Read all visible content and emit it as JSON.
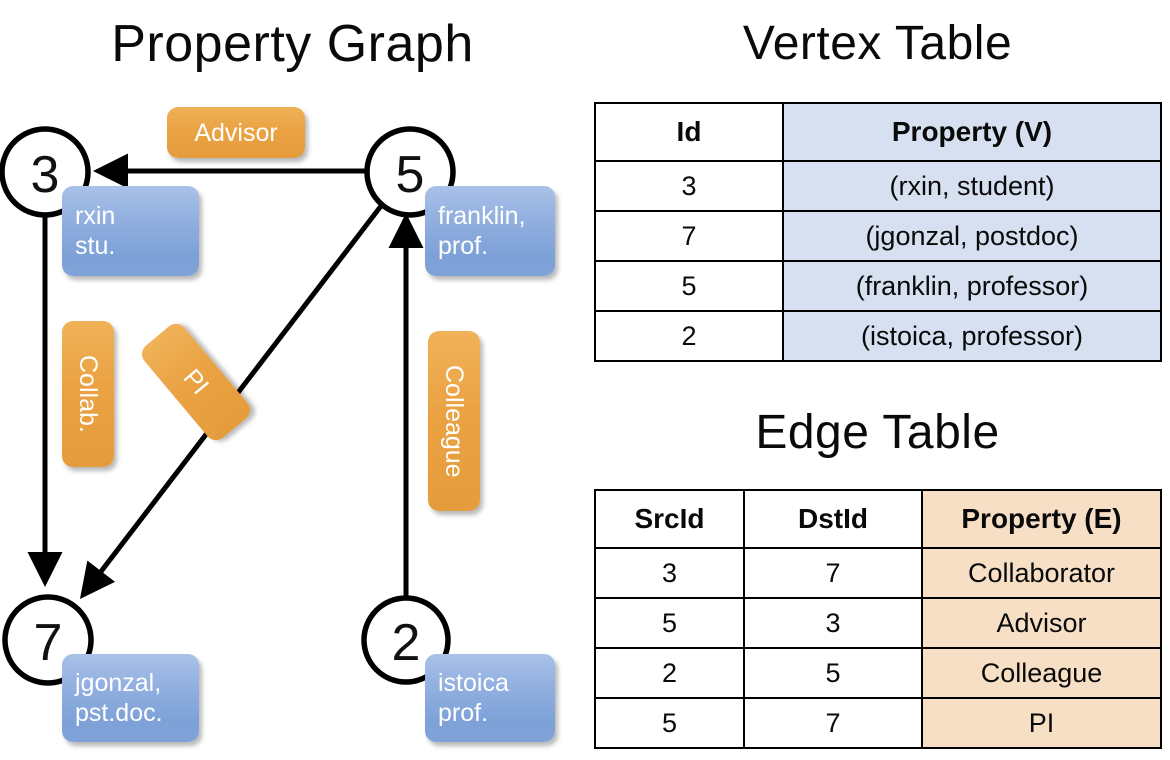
{
  "titles": {
    "property_graph": "Property Graph",
    "vertex_table": "Vertex Table",
    "edge_table": "Edge Table"
  },
  "graph": {
    "nodes": [
      {
        "id": "3",
        "label": "3",
        "property_line1": "rxin",
        "property_line2": "stu."
      },
      {
        "id": "5",
        "label": "5",
        "property_line1": "franklin,",
        "property_line2": "prof."
      },
      {
        "id": "7",
        "label": "7",
        "property_line1": "jgonzal,",
        "property_line2": "pst.doc."
      },
      {
        "id": "2",
        "label": "2",
        "property_line1": "istoica",
        "property_line2": "prof."
      }
    ],
    "edge_labels": {
      "advisor": "Advisor",
      "collab": "Collab.",
      "pi": "PI",
      "colleague": "Colleague"
    }
  },
  "vertex_table": {
    "headers": [
      "Id",
      "Property (V)"
    ],
    "rows": [
      {
        "id": "3",
        "property": "(rxin, student)"
      },
      {
        "id": "7",
        "property": "(jgonzal, postdoc)"
      },
      {
        "id": "5",
        "property": "(franklin, professor)"
      },
      {
        "id": "2",
        "property": "(istoica, professor)"
      }
    ]
  },
  "edge_table": {
    "headers": [
      "SrcId",
      "DstId",
      "Property (E)"
    ],
    "rows": [
      {
        "src": "3",
        "dst": "7",
        "property": "Collaborator"
      },
      {
        "src": "5",
        "dst": "3",
        "property": "Advisor"
      },
      {
        "src": "2",
        "dst": "5",
        "property": "Colleague"
      },
      {
        "src": "5",
        "dst": "7",
        "property": "PI"
      }
    ]
  },
  "colors": {
    "vertex_fill": "#d6e0f0",
    "edge_fill": "#f7dfc5",
    "vertex_box": "#7ea2d8",
    "edge_box": "#eaa243",
    "stroke": "#000000",
    "background": "#ffffff"
  }
}
